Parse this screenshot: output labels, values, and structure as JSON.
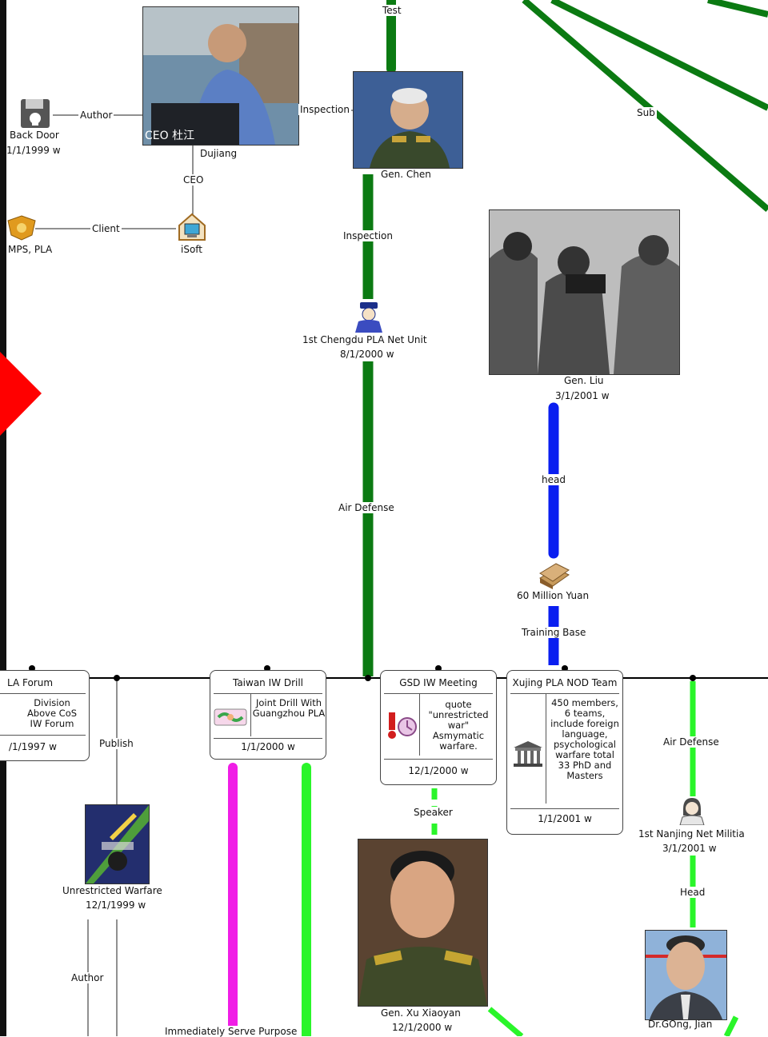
{
  "colors": {
    "green": "#0b7a12",
    "lime": "#2af52a",
    "blue": "#0a1ef0",
    "magenta": "#f01ee6",
    "black": "#000000",
    "red": "#ff0000"
  },
  "nodes": {
    "back_door": {
      "name": "Back Door",
      "date": "1/1/1999 w",
      "icon": "floppy-skull-icon"
    },
    "dujiang": {
      "name": "Dujiang",
      "caption": "CEO 杜江"
    },
    "isoft": {
      "name": "iSoft",
      "icon": "house-computer-icon"
    },
    "mps": {
      "name": "MPS, PLA",
      "icon": "police-badge-icon"
    },
    "gen_chen": {
      "name": "Gen. Chen"
    },
    "chengdu": {
      "name": "1st Chengdu PLA Net Unit",
      "date": "8/1/2000 w",
      "icon": "soldier-icon"
    },
    "gen_liu": {
      "name": "Gen. Liu",
      "date": "3/1/2001 w"
    },
    "yuan": {
      "name": "60 Million Yuan",
      "icon": "money-stack-icon"
    },
    "uw": {
      "name": "Unrestricted Warfare",
      "date": "12/1/1999 w",
      "icon": "book-cover-icon"
    },
    "xu": {
      "name": "Gen. Xu Xiaoyan",
      "date": "12/1/2000 w"
    },
    "nanjing": {
      "name": "1st Nanjing Net Militia",
      "date": "3/1/2001 w",
      "icon": "person-icon"
    },
    "gong": {
      "name": "Dr.GOng, Jian"
    }
  },
  "events": [
    {
      "id": "pla_forum",
      "title": "LA Forum",
      "body": "Division Above CoS IW Forum",
      "date": "/1/1997 w"
    },
    {
      "id": "taiwan",
      "title": "Taiwan IW Drill",
      "body": "Joint Drill With Guangzhou PLA",
      "date": "1/1/2000 w",
      "icon": "handshake-icon"
    },
    {
      "id": "gsd",
      "title": "GSD IW Meeting",
      "body": "quote \"unrestricted war\" Asmymatic warfare.",
      "date": "12/1/2000 w",
      "icon": "meeting-icon"
    },
    {
      "id": "xujing",
      "title": "Xujing PLA NOD Team",
      "body": "450 members, 6 teams, include foreign language, psychological warfare total 33 PhD and Masters",
      "date": "1/1/2001 w",
      "icon": "building-icon"
    }
  ],
  "links": {
    "test": "Test",
    "author_top": "Author",
    "inspection_top": "Inspection",
    "ceo": "CEO",
    "client": "Client",
    "sub": "Sub",
    "inspection_mid": "Inspection",
    "air_defense_mid": "Air Defense",
    "head_blue": "head",
    "training_base": "Training Base",
    "publish": "Publish",
    "author_bottom": "Author",
    "immediately": "Immediately Serve Purpose",
    "speaker": "Speaker",
    "air_defense_right": "Air Defense",
    "head_right": "Head"
  }
}
